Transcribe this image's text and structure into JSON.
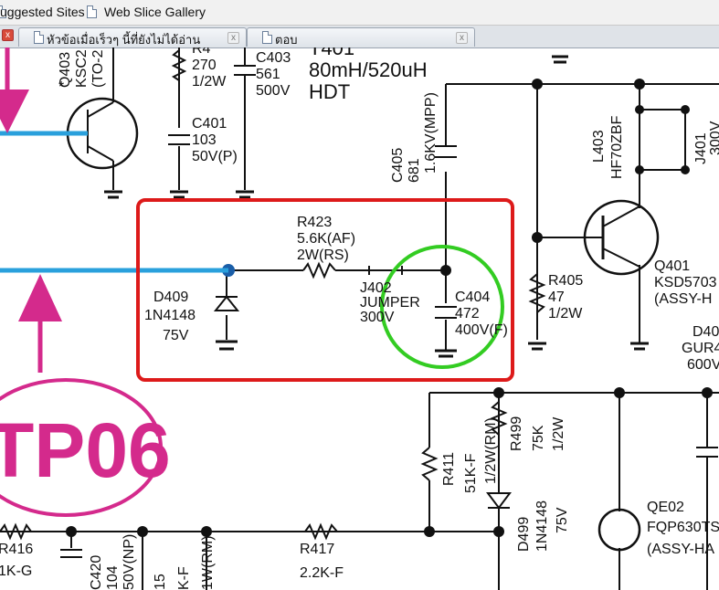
{
  "favorites_bar": {
    "items": [
      {
        "label": "uggested Sites",
        "icon": "document-icon"
      },
      {
        "label": "Web Slice Gallery",
        "icon": "document-icon"
      }
    ]
  },
  "tabs": [
    {
      "label": "หัวข้อเมื่อเร็วๆ นี้ที่ยังไม่ได้อ่าน",
      "icon": "document-icon",
      "close": "x"
    },
    {
      "label": "ตอบ",
      "icon": "document-icon",
      "close": "x"
    }
  ],
  "first_tab_close": "x",
  "colors": {
    "highlight_box": "#dd1a1a",
    "highlight_circle": "#33cc22",
    "signal_wire": "#2aa0dc",
    "test_point": "#d42a8c"
  },
  "schematic": {
    "q403": {
      "ref": "Q403",
      "part": "KSC2",
      "pkg": "(TO-2",
      "star": "*"
    },
    "r4xx": {
      "ref": "R4",
      "value": "270",
      "rating": "1/2W"
    },
    "c403": {
      "ref": "C403",
      "value": "561",
      "rating": "500V"
    },
    "t401": {
      "ref": "T401",
      "value": "80mH/520uH",
      "type": "HDT"
    },
    "c401": {
      "ref": "C401",
      "value": "103",
      "rating": "50V(P)"
    },
    "c405": {
      "ref": "C405",
      "value": "681",
      "rating": "1.6KV(MPP)"
    },
    "l403": {
      "ref": "L403",
      "part": "HF70ZBF"
    },
    "j401": {
      "ref": "J401",
      "value": "300V"
    },
    "r423": {
      "ref": "R423",
      "value": "5.6K(AF)",
      "rating": "2W(RS)"
    },
    "j402": {
      "ref": "J402",
      "type": "JUMPER",
      "rating": "300V"
    },
    "d409": {
      "ref": "D409",
      "part": "1N4148",
      "rating": "75V"
    },
    "c404": {
      "ref": "C404",
      "value": "472",
      "rating": "400V(F)"
    },
    "q401": {
      "ref": "Q401",
      "part": "KSD5703",
      "note": "(ASSY-H"
    },
    "r405": {
      "ref": "R405",
      "value": "47",
      "rating": "1/2W"
    },
    "d40x": {
      "ref": "D40",
      "part": "GUR4",
      "rating": "600V"
    },
    "r411": {
      "ref": "R411",
      "value": "51K-F"
    },
    "r499": {
      "ref": "R499",
      "value": "75K",
      "rating": "1/2W",
      "note": "1/2W(RM)"
    },
    "d499": {
      "ref": "D499",
      "part": "1N4148",
      "rating": "75V"
    },
    "qe02": {
      "ref": "QE02",
      "part": "FQP630TS",
      "note": "(ASSY-HA"
    },
    "r416": {
      "ref": "R416",
      "value": "1K-G"
    },
    "c420": {
      "ref": "C420",
      "value": "104",
      "rating": "50V(NP)"
    },
    "r417": {
      "ref": "R417",
      "value": "2.2K-F"
    },
    "misc": {
      "r15": "15",
      "kf": "K-F",
      "rm": "1W(RM)"
    },
    "test_point": {
      "label": "TP06"
    }
  }
}
